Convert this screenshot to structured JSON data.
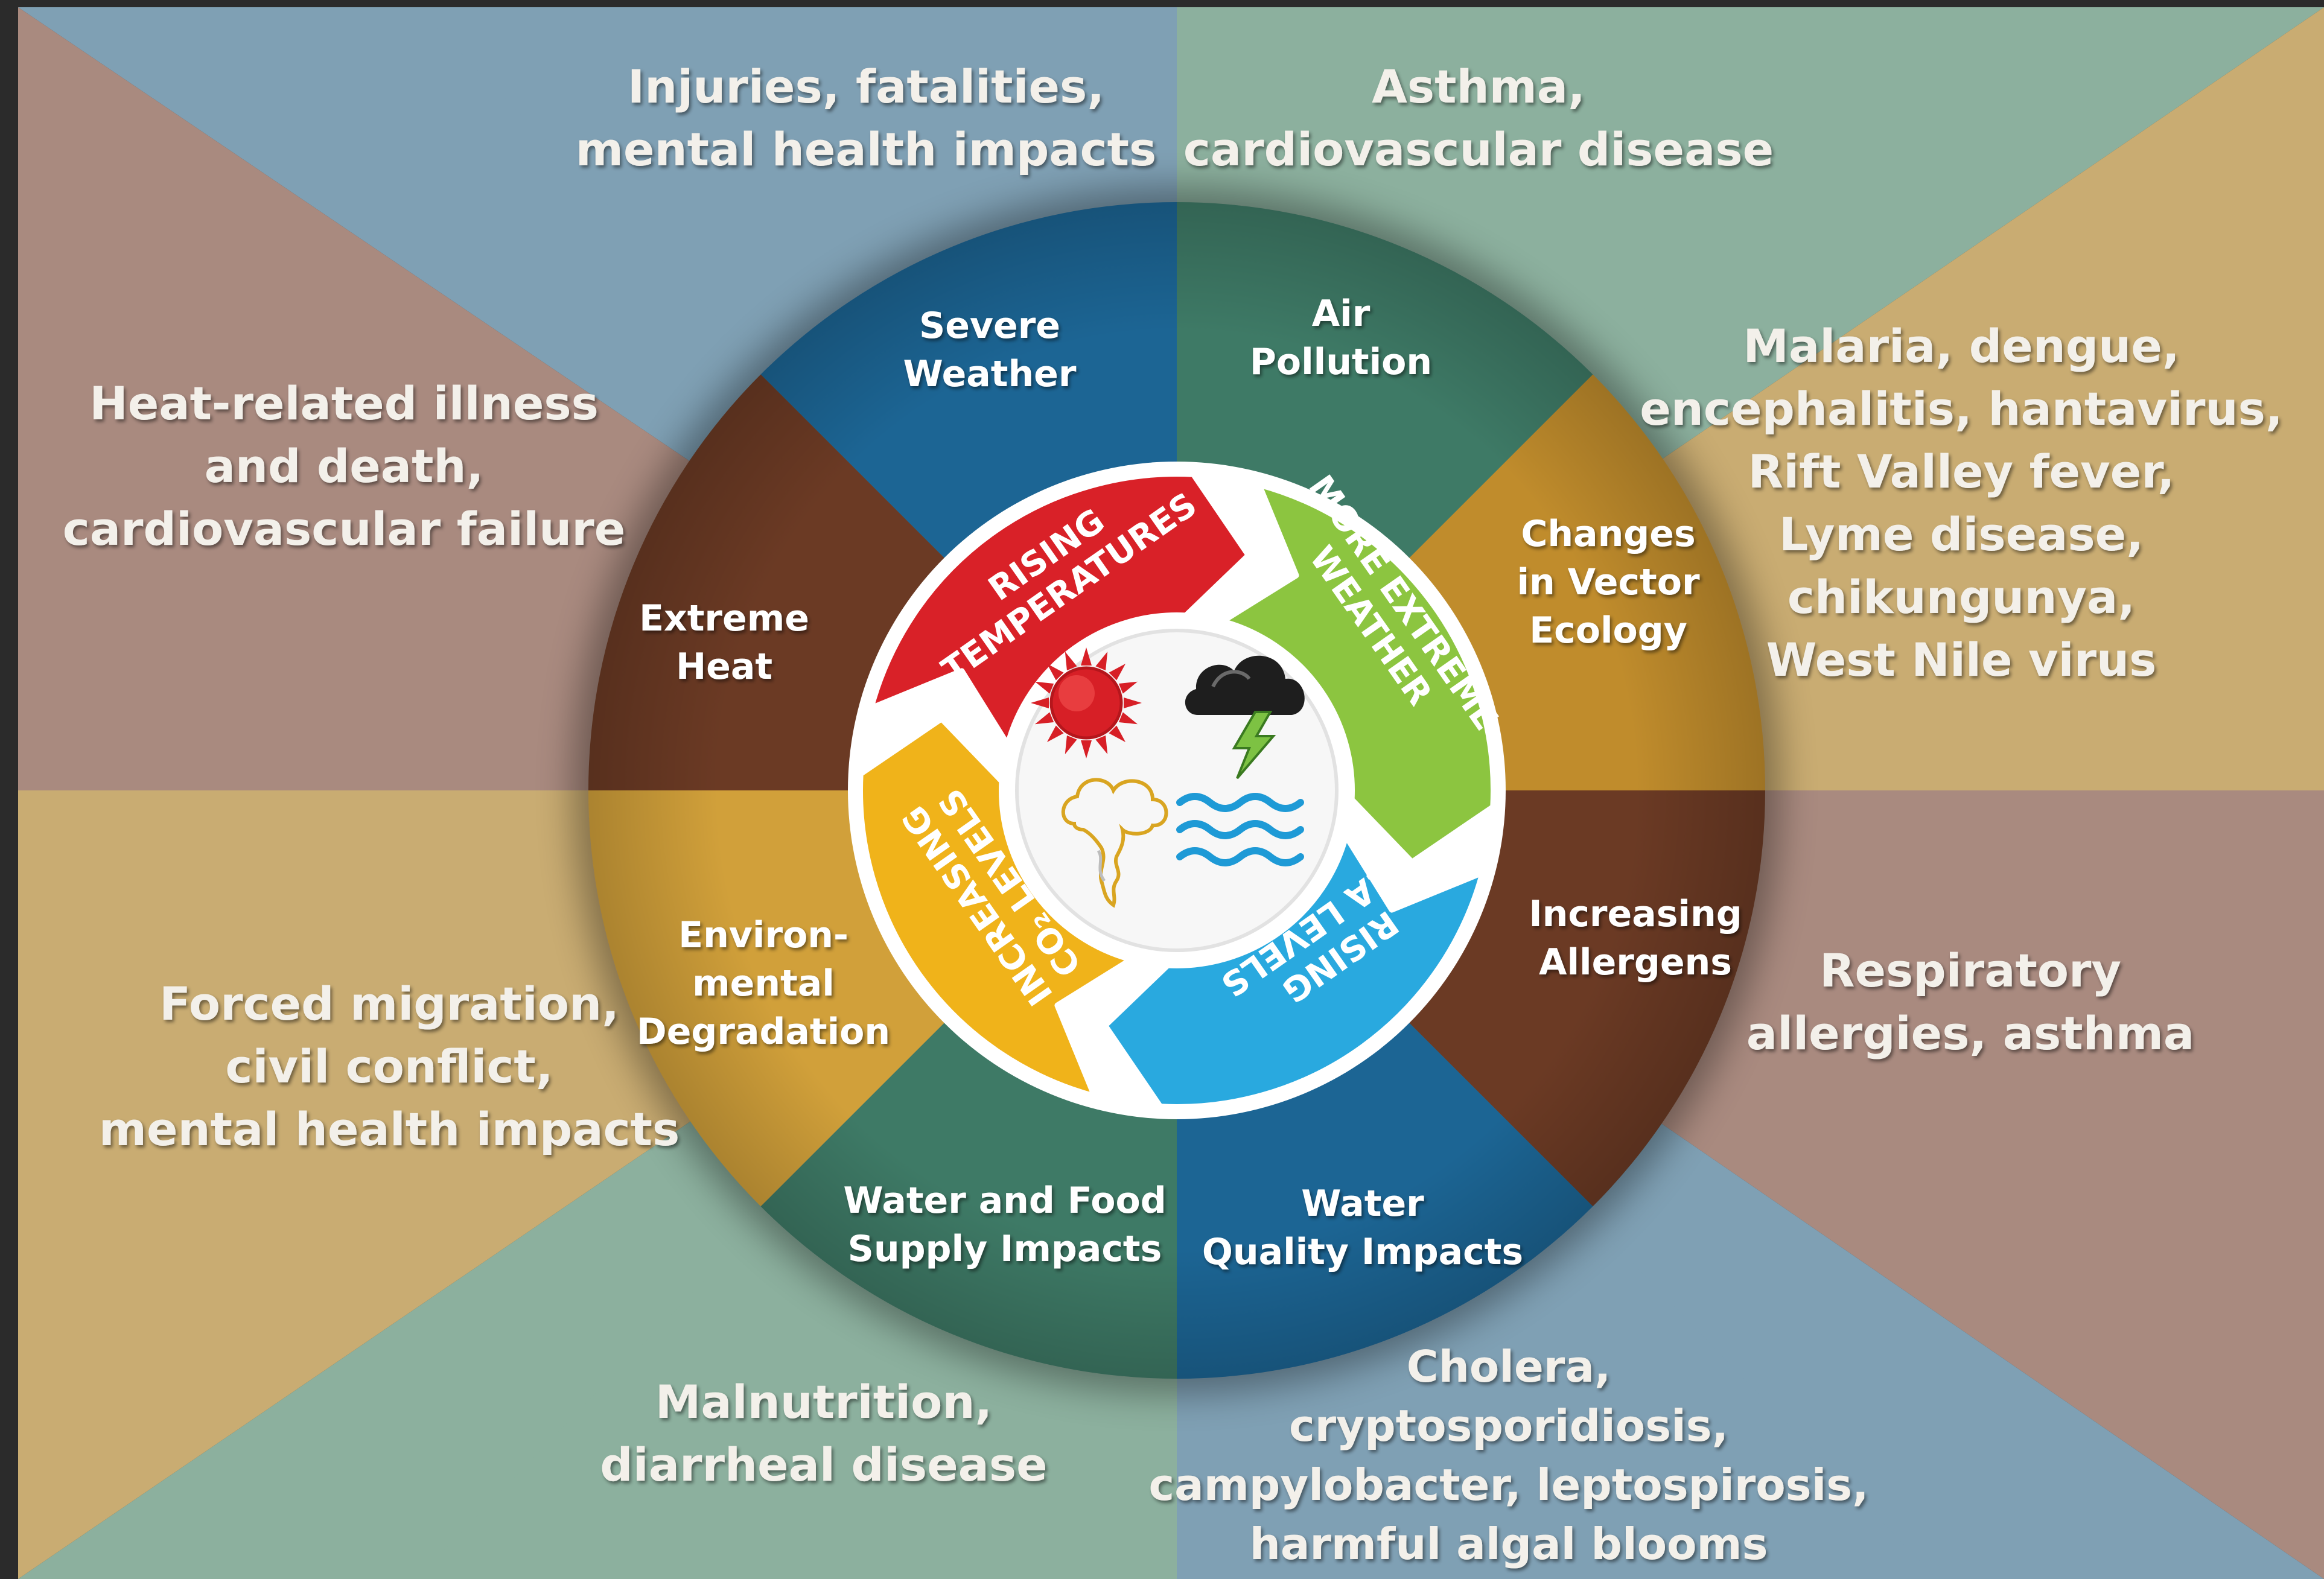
{
  "colors": {
    "frame": "#2b2b2b",
    "bg_slate_blue": "#7fa0b4",
    "bg_sage": "#8cb09e",
    "bg_tan": "#c9ac72",
    "bg_mauve": "#a98a7f",
    "ring_blue": "#1c6594",
    "ring_green": "#3e7a66",
    "ring_gold": "#c08c2c",
    "ring_brown": "#6b3a24",
    "ring_gold_sw": "#d1a03a",
    "arrow_red": "#d92128",
    "arrow_green": "#8cc540",
    "arrow_blue": "#29a9df",
    "arrow_yellow": "#f0b31a",
    "text_outer": "#f3f0ea",
    "text_inner": "#ffffff"
  },
  "health_impacts": {
    "top_left": [
      "Injuries, fatalities,",
      "mental health impacts"
    ],
    "top_right": [
      "Asthma,",
      "cardiovascular disease"
    ],
    "left_upper": [
      "Heat-related illness",
      "and death,",
      "cardiovascular failure"
    ],
    "right_upper": [
      "Malaria, dengue,",
      "encephalitis, hantavirus,",
      "Rift Valley fever,",
      "Lyme disease,",
      "chikungunya,",
      "West Nile virus"
    ],
    "left_lower": [
      "Forced migration,",
      "civil conflict,",
      "mental health impacts"
    ],
    "right_lower": [
      "Respiratory",
      "allergies, asthma"
    ],
    "bottom_left": [
      "Malnutrition,",
      "diarrheal disease"
    ],
    "bottom_right": [
      "Cholera,",
      "cryptosporidiosis,",
      "campylobacter, leptospirosis,",
      "harmful algal blooms"
    ]
  },
  "exposures": {
    "severe_weather": [
      "Severe",
      "Weather"
    ],
    "air_pollution": [
      "Air",
      "Pollution"
    ],
    "extreme_heat": [
      "Extreme",
      "Heat"
    ],
    "vector_ecology": [
      "Changes",
      "in Vector",
      "Ecology"
    ],
    "environmental_degradation": [
      "Environ-",
      "mental",
      "Degradation"
    ],
    "allergens": [
      "Increasing",
      "Allergens"
    ],
    "water_food": [
      "Water and Food",
      "Supply Impacts"
    ],
    "water_quality": [
      "Water",
      "Quality Impacts"
    ]
  },
  "drivers": {
    "rising_temperatures": [
      "RISING",
      "TEMPERATURES"
    ],
    "more_extreme_weather": [
      "MORE EXTREME",
      "WEATHER"
    ],
    "rising_sea_levels": [
      "RISING",
      "SEA LEVELS"
    ],
    "increasing_co2": [
      "INCREASING",
      "CO₂ LEVELS"
    ]
  },
  "icons": [
    "sun-icon",
    "storm-cloud-icon",
    "smoke-cloud-icon",
    "waves-icon"
  ]
}
